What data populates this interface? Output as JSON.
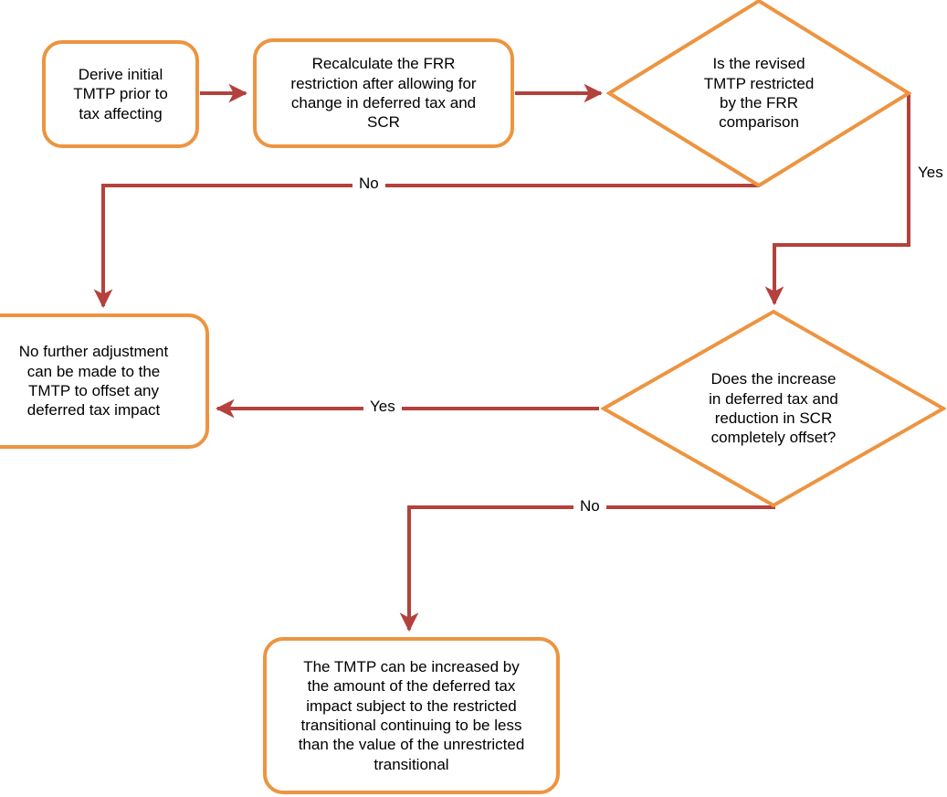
{
  "diagram": {
    "title": "TMTP deferred tax adjustment flowchart",
    "colors": {
      "node_border": "#ED9440",
      "node_fill": "#FFFFFF",
      "connector": "#B4413C",
      "text": "#000000",
      "background": "#FFFFFF"
    },
    "nodes": [
      {
        "id": "derive",
        "shape": "process",
        "text": "Derive initial\nTMTP prior to\ntax affecting"
      },
      {
        "id": "recalculate",
        "shape": "process",
        "text": "Recalculate the FRR\nrestriction after allowing for\nchange in deferred tax and\nSCR"
      },
      {
        "id": "frr_decision",
        "shape": "decision",
        "text": "Is the revised\nTMTP restricted\nby the FRR\ncomparison"
      },
      {
        "id": "no_adjustment",
        "shape": "process",
        "text": "No further adjustment\ncan be made to the\nTMTP to offset any\ndeferred tax impact"
      },
      {
        "id": "offset_decision",
        "shape": "decision",
        "text": "Does the increase\nin deferred tax and\nreduction in SCR\ncompletely offset?"
      },
      {
        "id": "tmtp_increase",
        "shape": "process",
        "text": "The TMTP can be increased by\nthe amount of the deferred tax\nimpact subject to the restricted\ntransitional continuing to be less\nthan the value of the unrestricted\ntransitional"
      }
    ],
    "edges": [
      {
        "id": "e1",
        "from": "derive",
        "to": "recalculate",
        "label": ""
      },
      {
        "id": "e2",
        "from": "recalculate",
        "to": "frr_decision",
        "label": ""
      },
      {
        "id": "e3",
        "from": "frr_decision",
        "to": "no_adjustment",
        "label": "No"
      },
      {
        "id": "e4",
        "from": "frr_decision",
        "to": "offset_decision",
        "label": "Yes"
      },
      {
        "id": "e5",
        "from": "offset_decision",
        "to": "no_adjustment",
        "label": "Yes"
      },
      {
        "id": "e6",
        "from": "offset_decision",
        "to": "tmtp_increase",
        "label": "No"
      }
    ],
    "edge_labels": {
      "no_top": "No",
      "yes_right": "Yes",
      "yes_mid": "Yes",
      "no_bottom": "No"
    }
  }
}
